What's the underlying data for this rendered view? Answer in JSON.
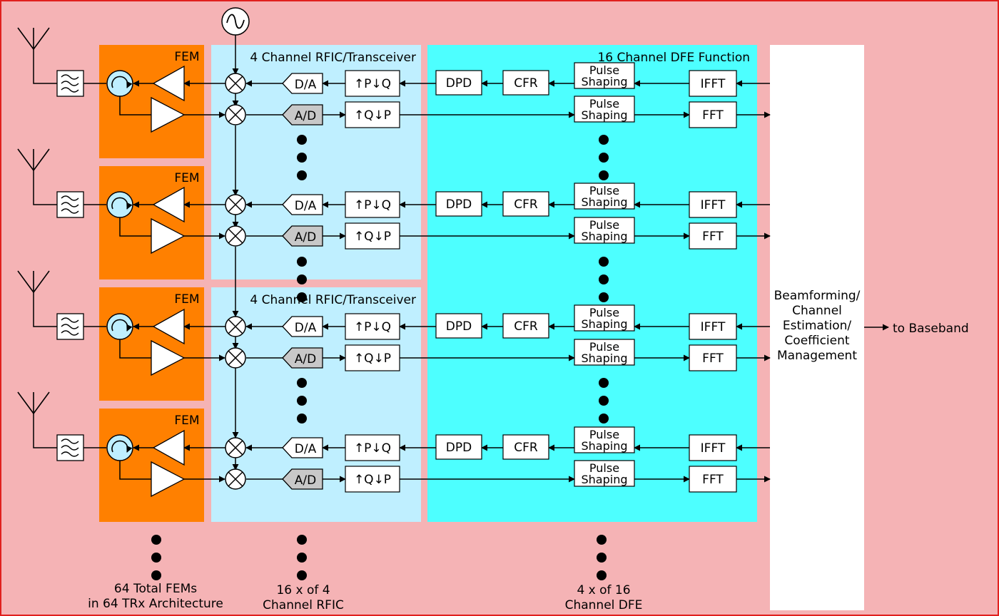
{
  "colors": {
    "background": "#f5b3b5",
    "border": "#e0201e",
    "fem_fill": "#ff8000",
    "rfic_fill": "#bfefff",
    "dfe_fill": "#4dffff",
    "adc_fill": "#c8c8c8",
    "circulator_fill": "#bfefff",
    "block_fill": "#ffffff"
  },
  "labels": {
    "fem": "FEM",
    "rfic_title": "4 Channel RFIC/Transceiver",
    "dfe_title": "16 Channel DFE Function",
    "dac": "D/A",
    "adc": "A/D",
    "tx_converter": "↑P↓Q",
    "rx_converter": "↑Q↓P",
    "dpd": "DPD",
    "cfr": "CFR",
    "pulse_line1": "Pulse",
    "pulse_line2": "Shaping",
    "ifft": "IFFT",
    "fft": "FFT",
    "beamforming_lines": [
      "Beamforming/",
      "Channel",
      "Estimation/",
      "Coefficient",
      "Management"
    ],
    "to_baseband": "to Baseband",
    "footer_fem_lines": [
      "64 Total FEMs",
      "in 64 TRx Architecture"
    ],
    "footer_rfic_lines": [
      "16 x of 4",
      "Channel RFIC"
    ],
    "footer_dfe_lines": [
      "4 x of 16",
      "Channel DFE"
    ]
  },
  "icons": {
    "antenna": "antenna-icon",
    "filter": "bandpass-filter-icon",
    "circulator": "circulator-icon",
    "amplifier": "amplifier-triangle-icon",
    "mixer": "mixer-icon",
    "oscillator": "oscillator-icon",
    "ellipsis": "vertical-ellipsis-icon"
  }
}
